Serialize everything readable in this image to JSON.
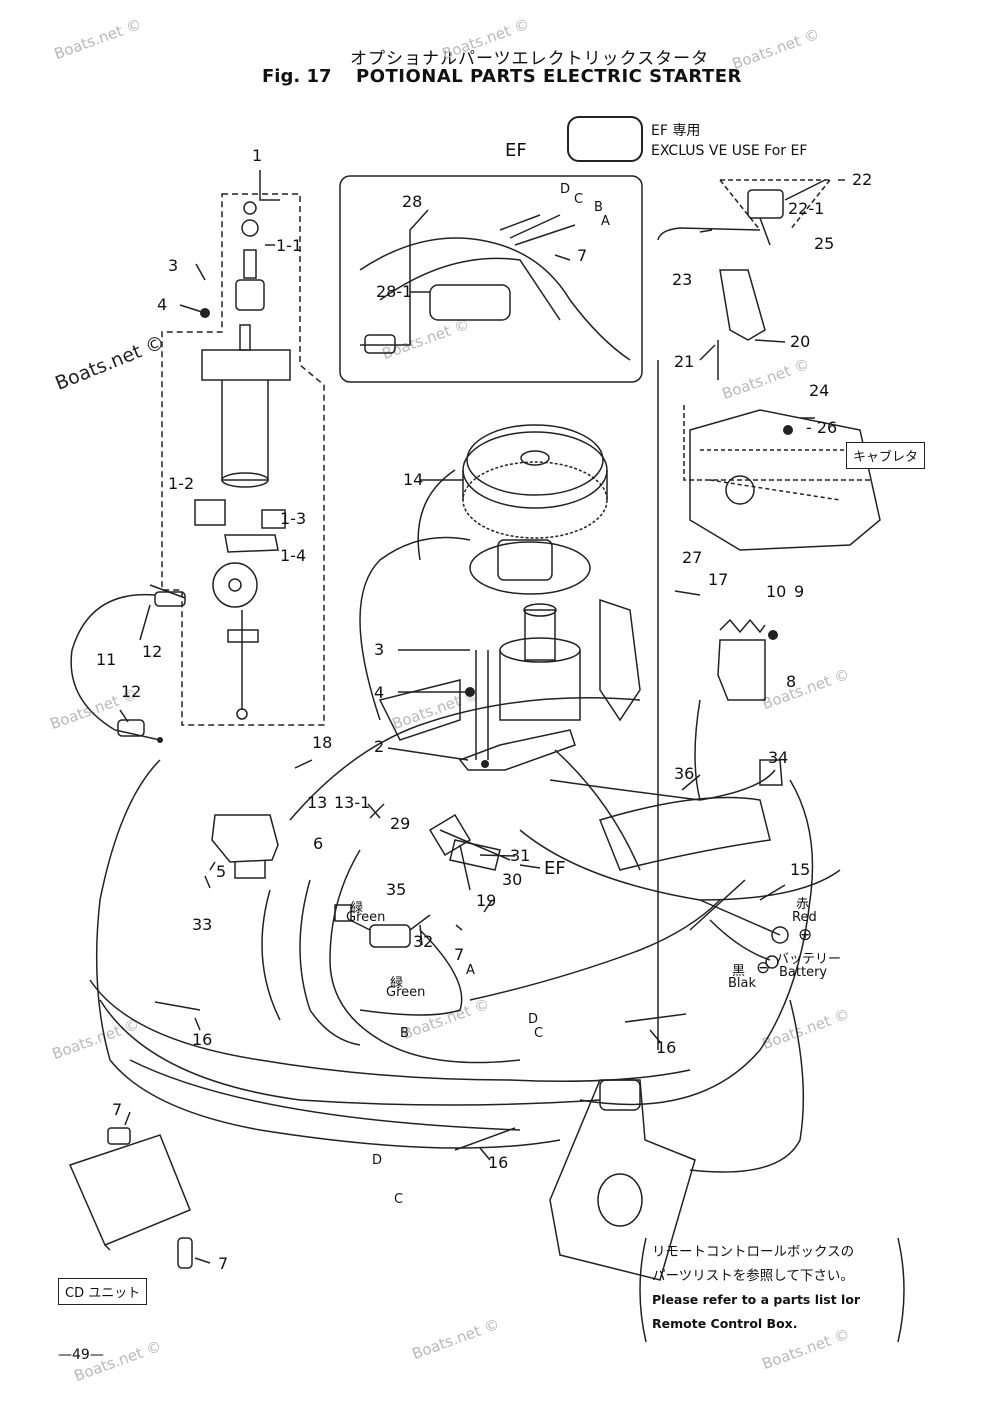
{
  "title": {
    "japanese": "オプショナルパーツエレクトリックスタータ",
    "fig": "Fig. 17",
    "english": "POTIONAL PARTS ELECTRIC STARTER"
  },
  "legend": {
    "ef_jp": "EF 専用",
    "ef_en": "EXCLUS VE USE For EF",
    "ef_box_label": "EF"
  },
  "watermark": "Boats.net ©",
  "part_labels": {
    "p1": "1",
    "p1_1": "1-1",
    "p1_2": "1-2",
    "p1_3": "1-3",
    "p1_4": "1-4",
    "p2": "2",
    "p3a": "3",
    "p3b": "3",
    "p4a": "4",
    "p4b": "4",
    "p5": "5",
    "p6": "6",
    "p7a": "7",
    "p7b": "7",
    "p7c": "7",
    "p7d": "7",
    "p8": "8",
    "p9": "9",
    "p10": "10",
    "p11": "11",
    "p12a": "12",
    "p12b": "12",
    "p13": "13",
    "p13_1": "13-1",
    "p14": "14",
    "p15": "15",
    "p16a": "16",
    "p16b": "16",
    "p16c": "16",
    "p17": "17",
    "p18": "18",
    "p19": "19",
    "p20": "20",
    "p21": "21",
    "p22": "22",
    "p22_1": "22-1",
    "p23": "23",
    "p24": "24",
    "p25": "25",
    "p26": "- 26",
    "p27": "27",
    "p28": "28",
    "p28_1": "28-1",
    "p29": "29",
    "p30": "30",
    "p31": "31",
    "p32": "32",
    "p33": "33",
    "p34": "34",
    "p35": "35",
    "p36": "36",
    "ef_side": "EF"
  },
  "wire_letters": {
    "a1": "A",
    "b1": "B",
    "c1": "C",
    "d1": "D",
    "a2": "A",
    "b2": "B",
    "c2": "C",
    "d2": "D",
    "c3": "C",
    "d3": "D"
  },
  "annotations": {
    "green_jp_1": "緑",
    "green_en_1": "Green",
    "green_jp_2": "緑",
    "green_en_2": "Green",
    "red_jp": "赤",
    "red_en": "Red",
    "plus": "⊕",
    "black_jp": "黒",
    "black_en": "Blak",
    "minus": "⊖",
    "battery_jp": "バッテリー",
    "battery_en": "Battery"
  },
  "tags": {
    "carburetor": "キャブレタ",
    "cd_unit": "CD ユニット"
  },
  "note": {
    "jp_line1": "リモートコントロールボックスの",
    "jp_line2": "パーツリストを参照して下さい。",
    "en_line1": "Please refer to a parts list lor",
    "en_line2": "Remote Control Box."
  },
  "page_number": "—49—"
}
